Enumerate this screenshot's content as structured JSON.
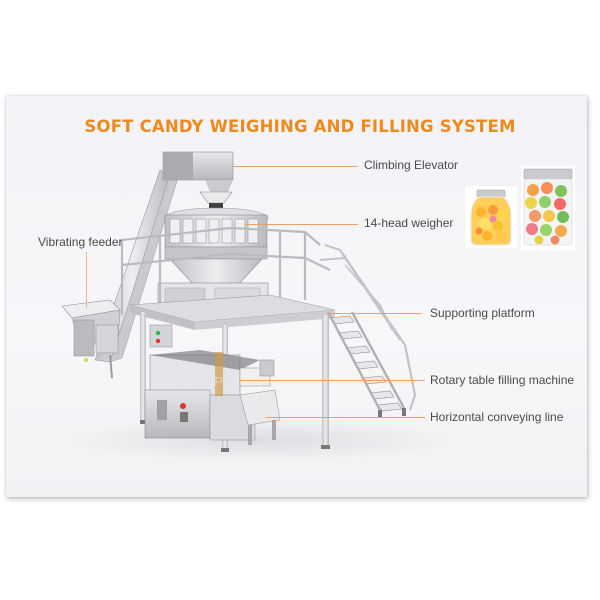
{
  "title": "SOFT CANDY WEIGHING AND FILLING SYSTEM",
  "colors": {
    "title": "#ee8a1c",
    "leader_line": "#f0a05a",
    "label_text": "#4a4a4a",
    "steel": "#d8d9dc"
  },
  "labels": {
    "climbing_elevator": "Climbing Elevator",
    "weigher": "14-head weigher",
    "vibrating_feeder": "Vibrating feeder",
    "supporting_platform": "Supporting platform",
    "rotary_filling": "Rotary table filling machine",
    "horizontal_conveying": "Horizontal conveying line"
  },
  "watermark": "TOUPACK",
  "product_images": [
    {
      "name": "small-candy-jar",
      "description": "glass jar with yellow-orange gummy candies"
    },
    {
      "name": "large-candy-jar",
      "description": "plastic jar with sugar-coated multicolor gummies"
    }
  ]
}
